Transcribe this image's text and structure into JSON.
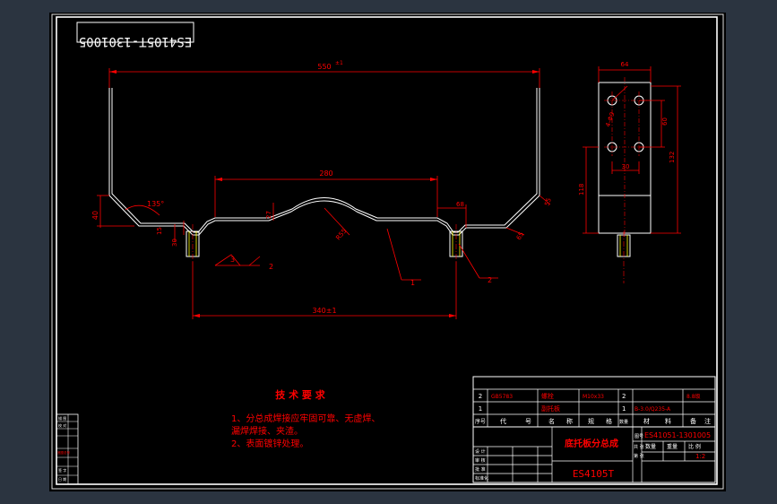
{
  "drawing": {
    "mirrored_number": "ES4105T-1301005",
    "colors": {
      "outer_bg": "#2b3440",
      "paper": "#000000",
      "frame": "#ffffff",
      "dim": "#ff0000",
      "part": "#ffffff",
      "hidden": "#ffff00"
    },
    "front_view": {
      "dims": {
        "overall_width": "550",
        "overall_tol": "±1",
        "center_width": "280",
        "hole_spacing": "340±1",
        "left_height": "40",
        "angle": "135°",
        "left_small": "30",
        "left_small2": "15",
        "depth": "27",
        "arch_radius": "R55",
        "right_offset": "68",
        "right_edge": "55",
        "right_step": "65"
      },
      "callouts": [
        "1",
        "2",
        "3",
        "2"
      ]
    },
    "side_view": {
      "dims": {
        "width": "64",
        "hole_dia": "4-Φ9",
        "vert_spacing": "60",
        "horiz_spacing": "30",
        "total_height": "132",
        "lower_height": "118"
      }
    },
    "notes": {
      "title": "技 术 要 求",
      "lines": [
        "1、分总成焊接应牢固可靠、无虚焊、",
        "   漏焊焊接、夹渣。",
        "2、表面镀锌处理。"
      ]
    },
    "bom": {
      "rows": [
        {
          "no": "2",
          "code": "GB5783",
          "name": "螺栓",
          "spec": "M10x33",
          "qty": "2",
          "material": "",
          "weight": "",
          "note": "8.8级"
        },
        {
          "no": "1",
          "code": "",
          "name": "副托板",
          "spec": "",
          "qty": "1",
          "material": "B-3.0/Q235-A",
          "weight": "",
          "note": ""
        }
      ],
      "headers": [
        "序号",
        "代",
        "号",
        "名",
        "称",
        "规",
        "格",
        "数量",
        "材",
        "料",
        "备",
        "注"
      ]
    },
    "title_block": {
      "part_name": "底托板分总成",
      "drawing_no": "ES41051-1301005",
      "model": "ES4105T",
      "scale_label": "比 例",
      "scale": "1:2",
      "labels": [
        "图号",
        "共 张",
        "第 张",
        "数量",
        "重量",
        "设 计",
        "审 核",
        "批 准",
        "标准化"
      ]
    },
    "side_stamps": [
      "描 图",
      "校 对",
      "底图总号",
      "签 字",
      "日 期"
    ]
  }
}
